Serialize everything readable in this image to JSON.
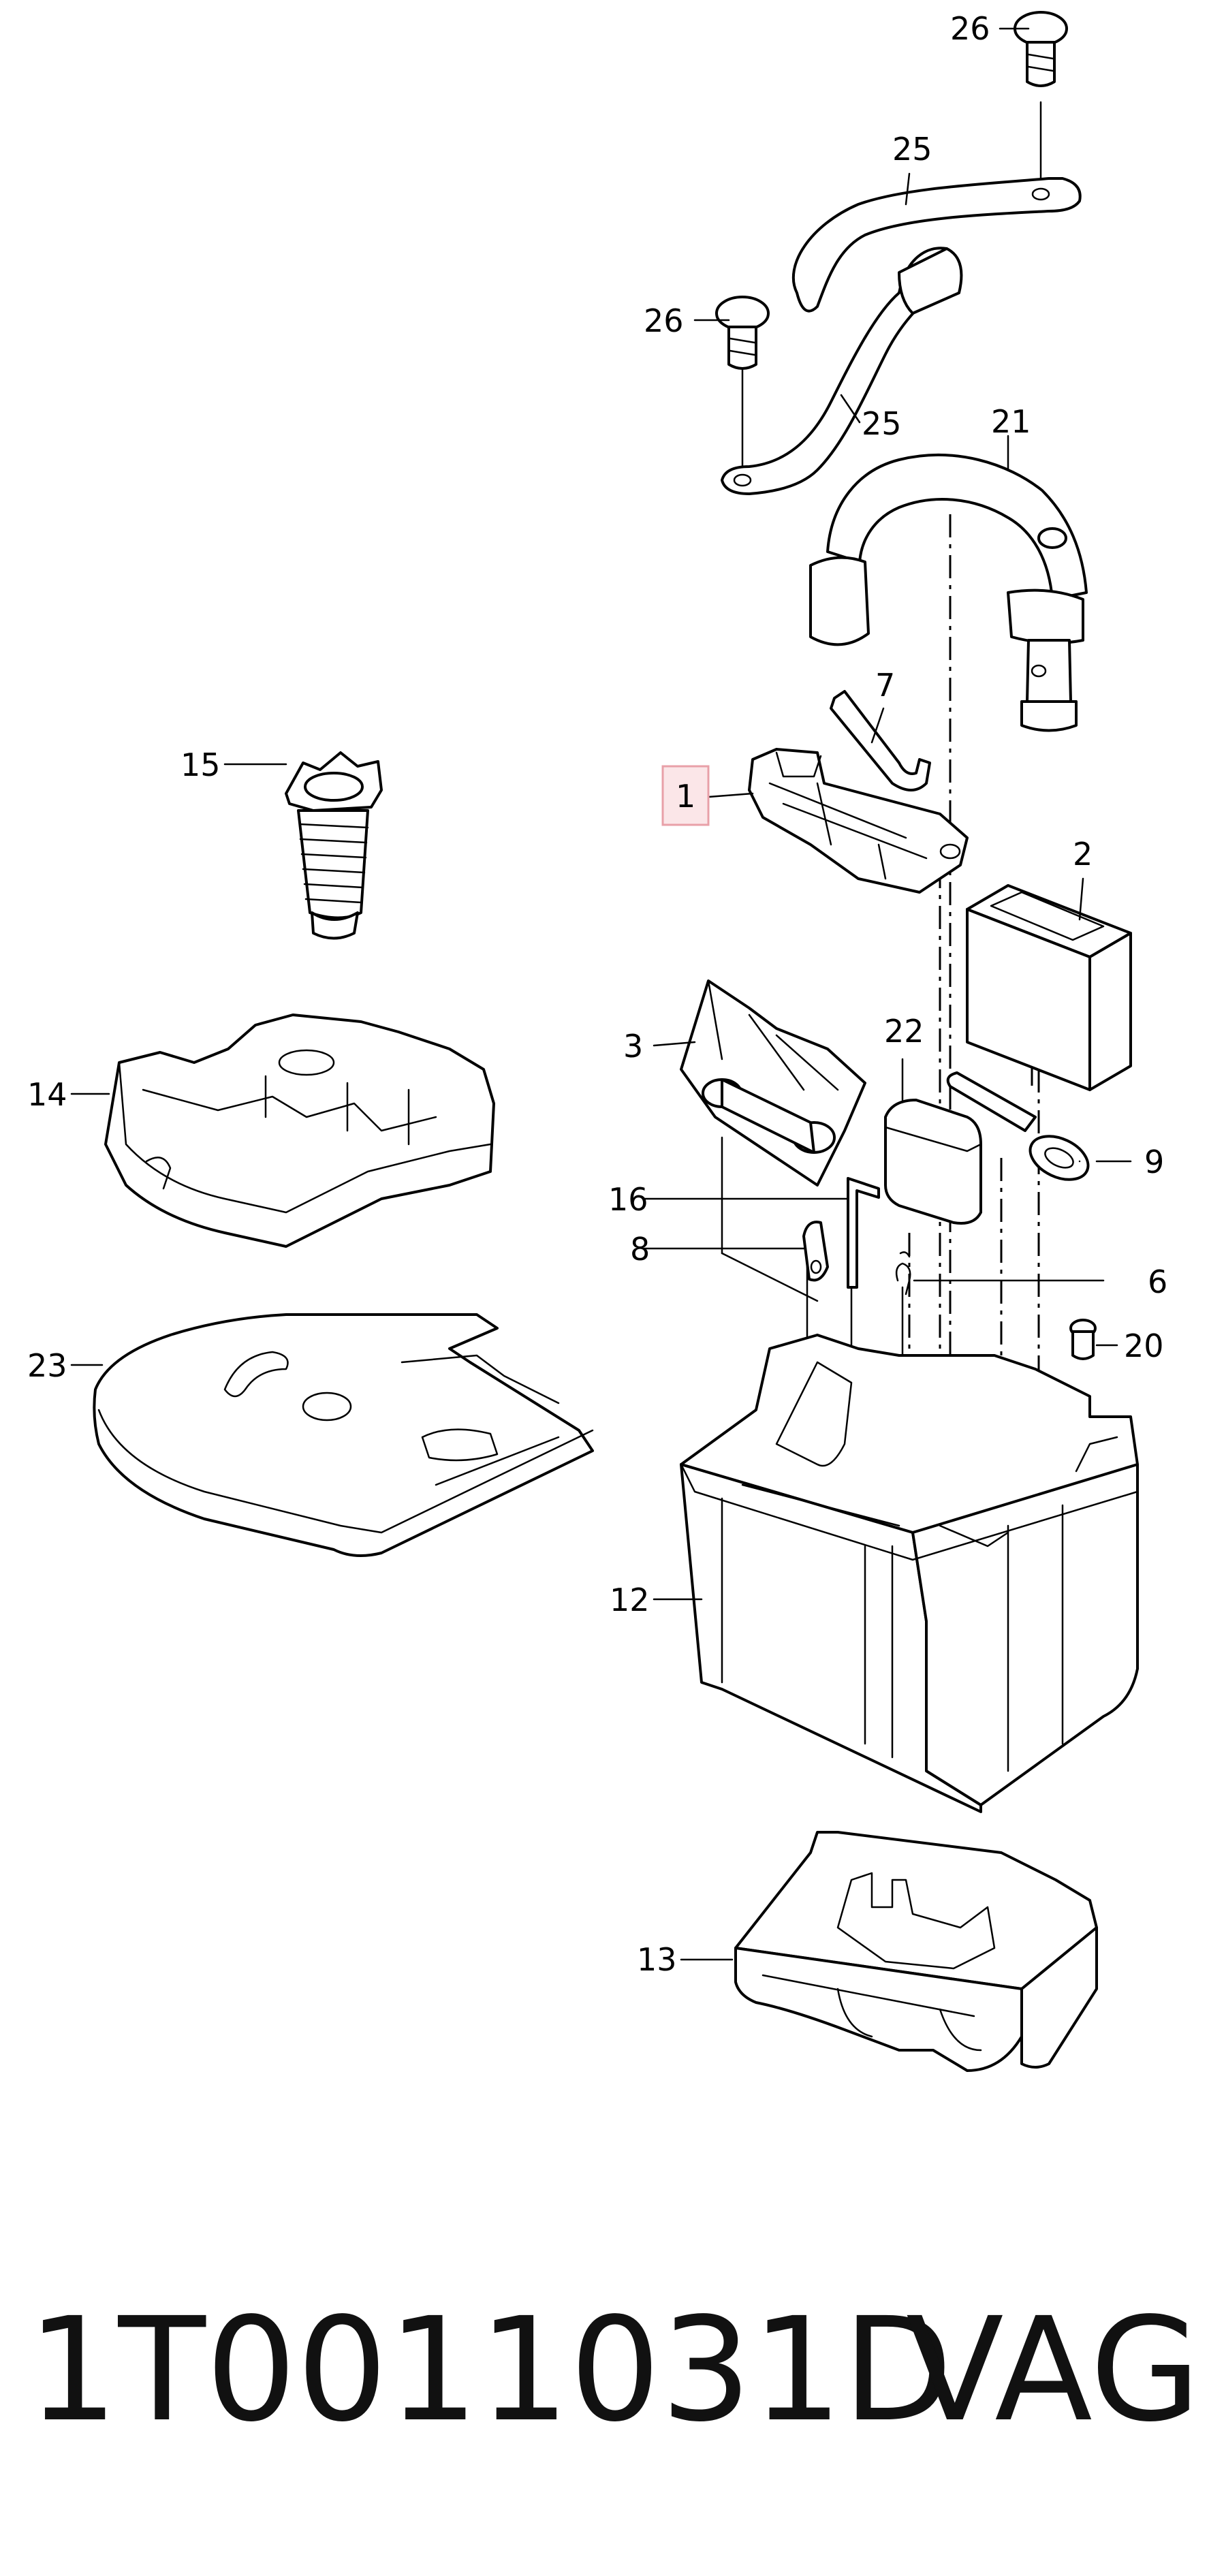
{
  "labels": {
    "l1": "1",
    "l2": "2",
    "l3": "3",
    "l6": "6",
    "l7": "7",
    "l8": "8",
    "l9": "9",
    "l12": "12",
    "l13": "13",
    "l14": "14",
    "l15": "15",
    "l16": "16",
    "l20": "20",
    "l21": "21",
    "l22": "22",
    "l23": "23",
    "l25a": "25",
    "l25b": "25",
    "l26a": "26",
    "l26b": "26"
  },
  "highlight_color": "#e8a0a8",
  "footer": {
    "part_number": "1T0011031D",
    "brand": "VAG"
  }
}
